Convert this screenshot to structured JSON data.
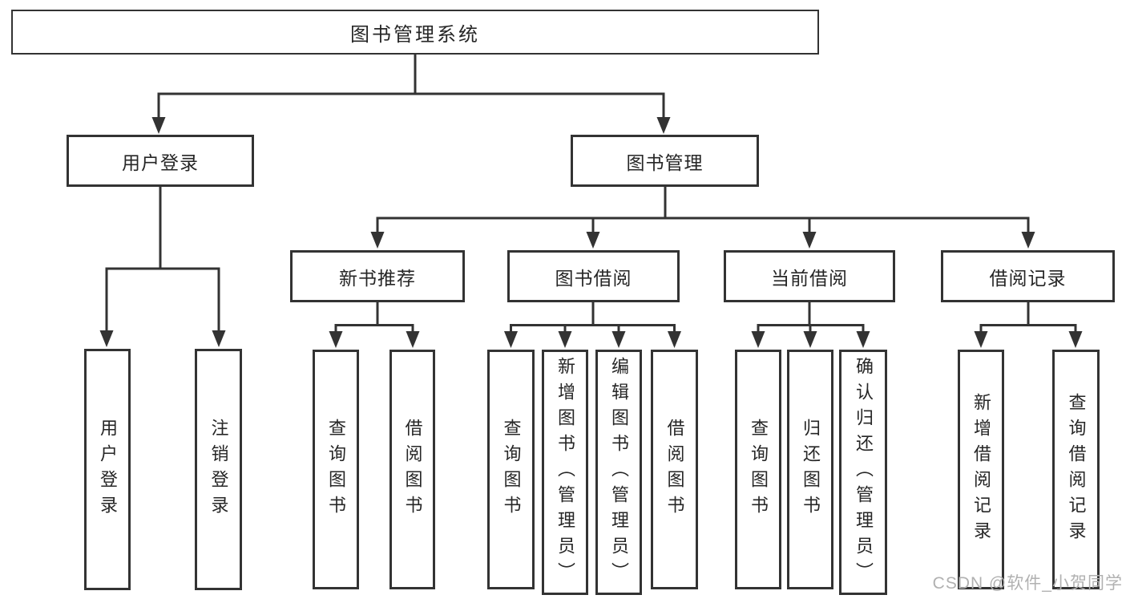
{
  "colors": {
    "line": "#333333",
    "box_bg": "#ffffff",
    "text": "#262626",
    "watermark": "#b1b1b1"
  },
  "watermark": "CSDN @软件_小贺同学",
  "tree": {
    "root": "图书管理系统",
    "level2": {
      "login": "用户登录",
      "manage": "图书管理"
    },
    "level3": {
      "recommend": "新书推荐",
      "borrow": "图书借阅",
      "current": "当前借阅",
      "records": "借阅记录"
    },
    "leaves": {
      "login": [
        "用户登录",
        "注销登录"
      ],
      "recommend": [
        "查询图书",
        "借阅图书"
      ],
      "borrow": [
        "查询图书",
        "新增图书（管理员）",
        "编辑图书（管理员）",
        "借阅图书"
      ],
      "current": [
        "查询图书",
        "归还图书",
        "确认归还（管理员）"
      ],
      "records": [
        "新增借阅记录",
        "查询借阅记录"
      ]
    }
  }
}
